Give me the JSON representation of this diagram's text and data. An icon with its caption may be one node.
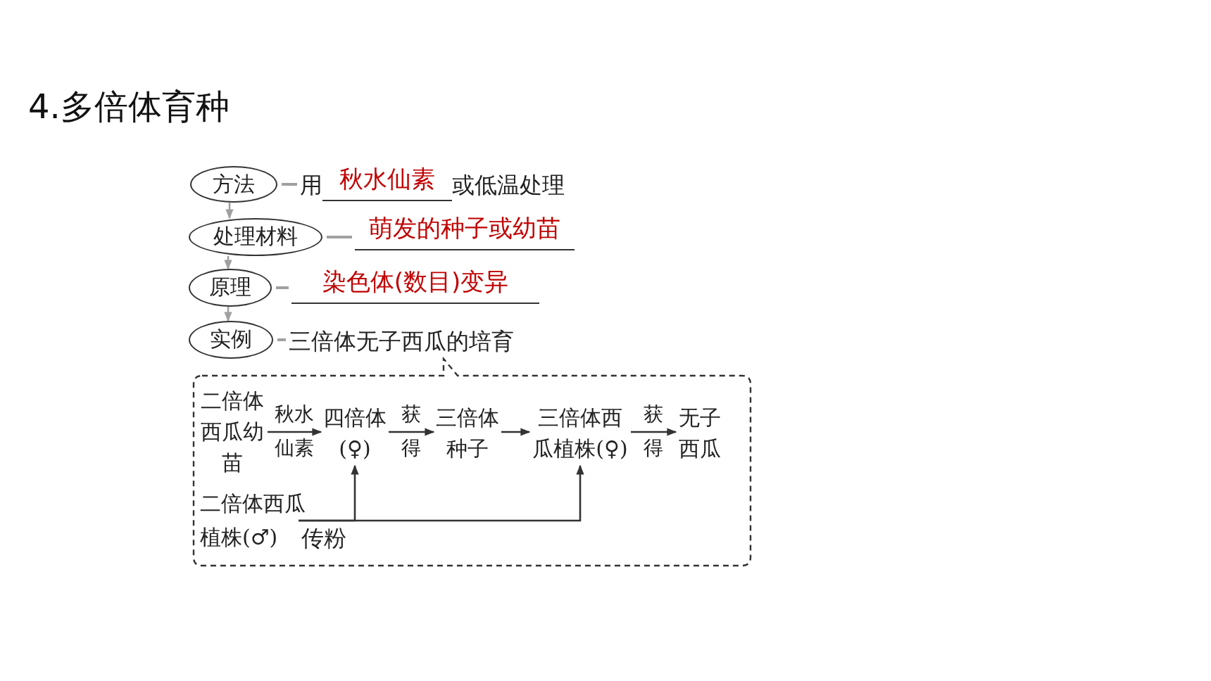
{
  "diagram": {
    "title": "4.多倍体育种",
    "nodes": [
      {
        "text": [
          "方法"
        ]
      },
      {
        "text": [
          "处理材料"
        ]
      },
      {
        "text": [
          "原理"
        ]
      },
      {
        "text": [
          "实例"
        ]
      },
      {
        "text": [
          "用",
          "秋水仙素",
          "或低温处理"
        ]
      },
      {
        "text": [
          "萌发的种子或幼苗"
        ]
      },
      {
        "text": [
          "染色体(数目)变异"
        ]
      },
      {
        "text": [
          "三倍体无子西瓜的培育"
        ]
      },
      {
        "text": [],
        "shape": "box"
      },
      {
        "text": [
          "二倍体西瓜幼苗"
        ],
        "in": 8
      },
      {
        "text": [
          "四倍体(♀)"
        ],
        "in": 8
      },
      {
        "text": [
          "三倍体种子"
        ],
        "in": 8
      },
      {
        "text": [
          "三倍体西瓜植株(♀)"
        ],
        "in": 8
      },
      {
        "text": [
          "无子西瓜"
        ],
        "in": 8
      },
      {
        "text": [
          "二倍体西瓜植株(♂)"
        ],
        "in": 8
      }
    ],
    "edges": [
      {
        "from": 0,
        "to": 1,
        "arrow": "to",
        "color": "#a0a0a0"
      },
      {
        "from": 1,
        "to": 2,
        "arrow": "to",
        "color": "#a0a0a0"
      },
      {
        "from": 2,
        "to": 3,
        "arrow": "to",
        "color": "#a0a0a0"
      },
      {
        "from": 0,
        "to": 4,
        "arrow": "none",
        "color": "#a0a0a0"
      },
      {
        "from": 1,
        "to": 5,
        "arrow": "none",
        "color": "#a0a0a0"
      },
      {
        "from": 2,
        "to": 6,
        "arrow": "none",
        "color": "#a0a0a0"
      },
      {
        "from": 3,
        "to": 7,
        "arrow": "none",
        "color": "#a0a0a0"
      },
      {
        "from": 9,
        "to": 10,
        "arrow": "to",
        "label": "秋水仙素",
        "color": "#333333"
      },
      {
        "from": 10,
        "to": 11,
        "arrow": "to",
        "label": "获得",
        "color": "#333333"
      },
      {
        "from": 11,
        "to": 12,
        "arrow": "to",
        "color": "#333333"
      },
      {
        "from": 12,
        "to": 13,
        "arrow": "to",
        "label": "获得",
        "color": "#333333"
      },
      {
        "from": 14,
        "to": 10,
        "arrow": "to",
        "label": "传粉",
        "color": "#333333"
      },
      {
        "from": 14,
        "to": 12,
        "arrow": "to",
        "color": "#333333"
      }
    ]
  }
}
